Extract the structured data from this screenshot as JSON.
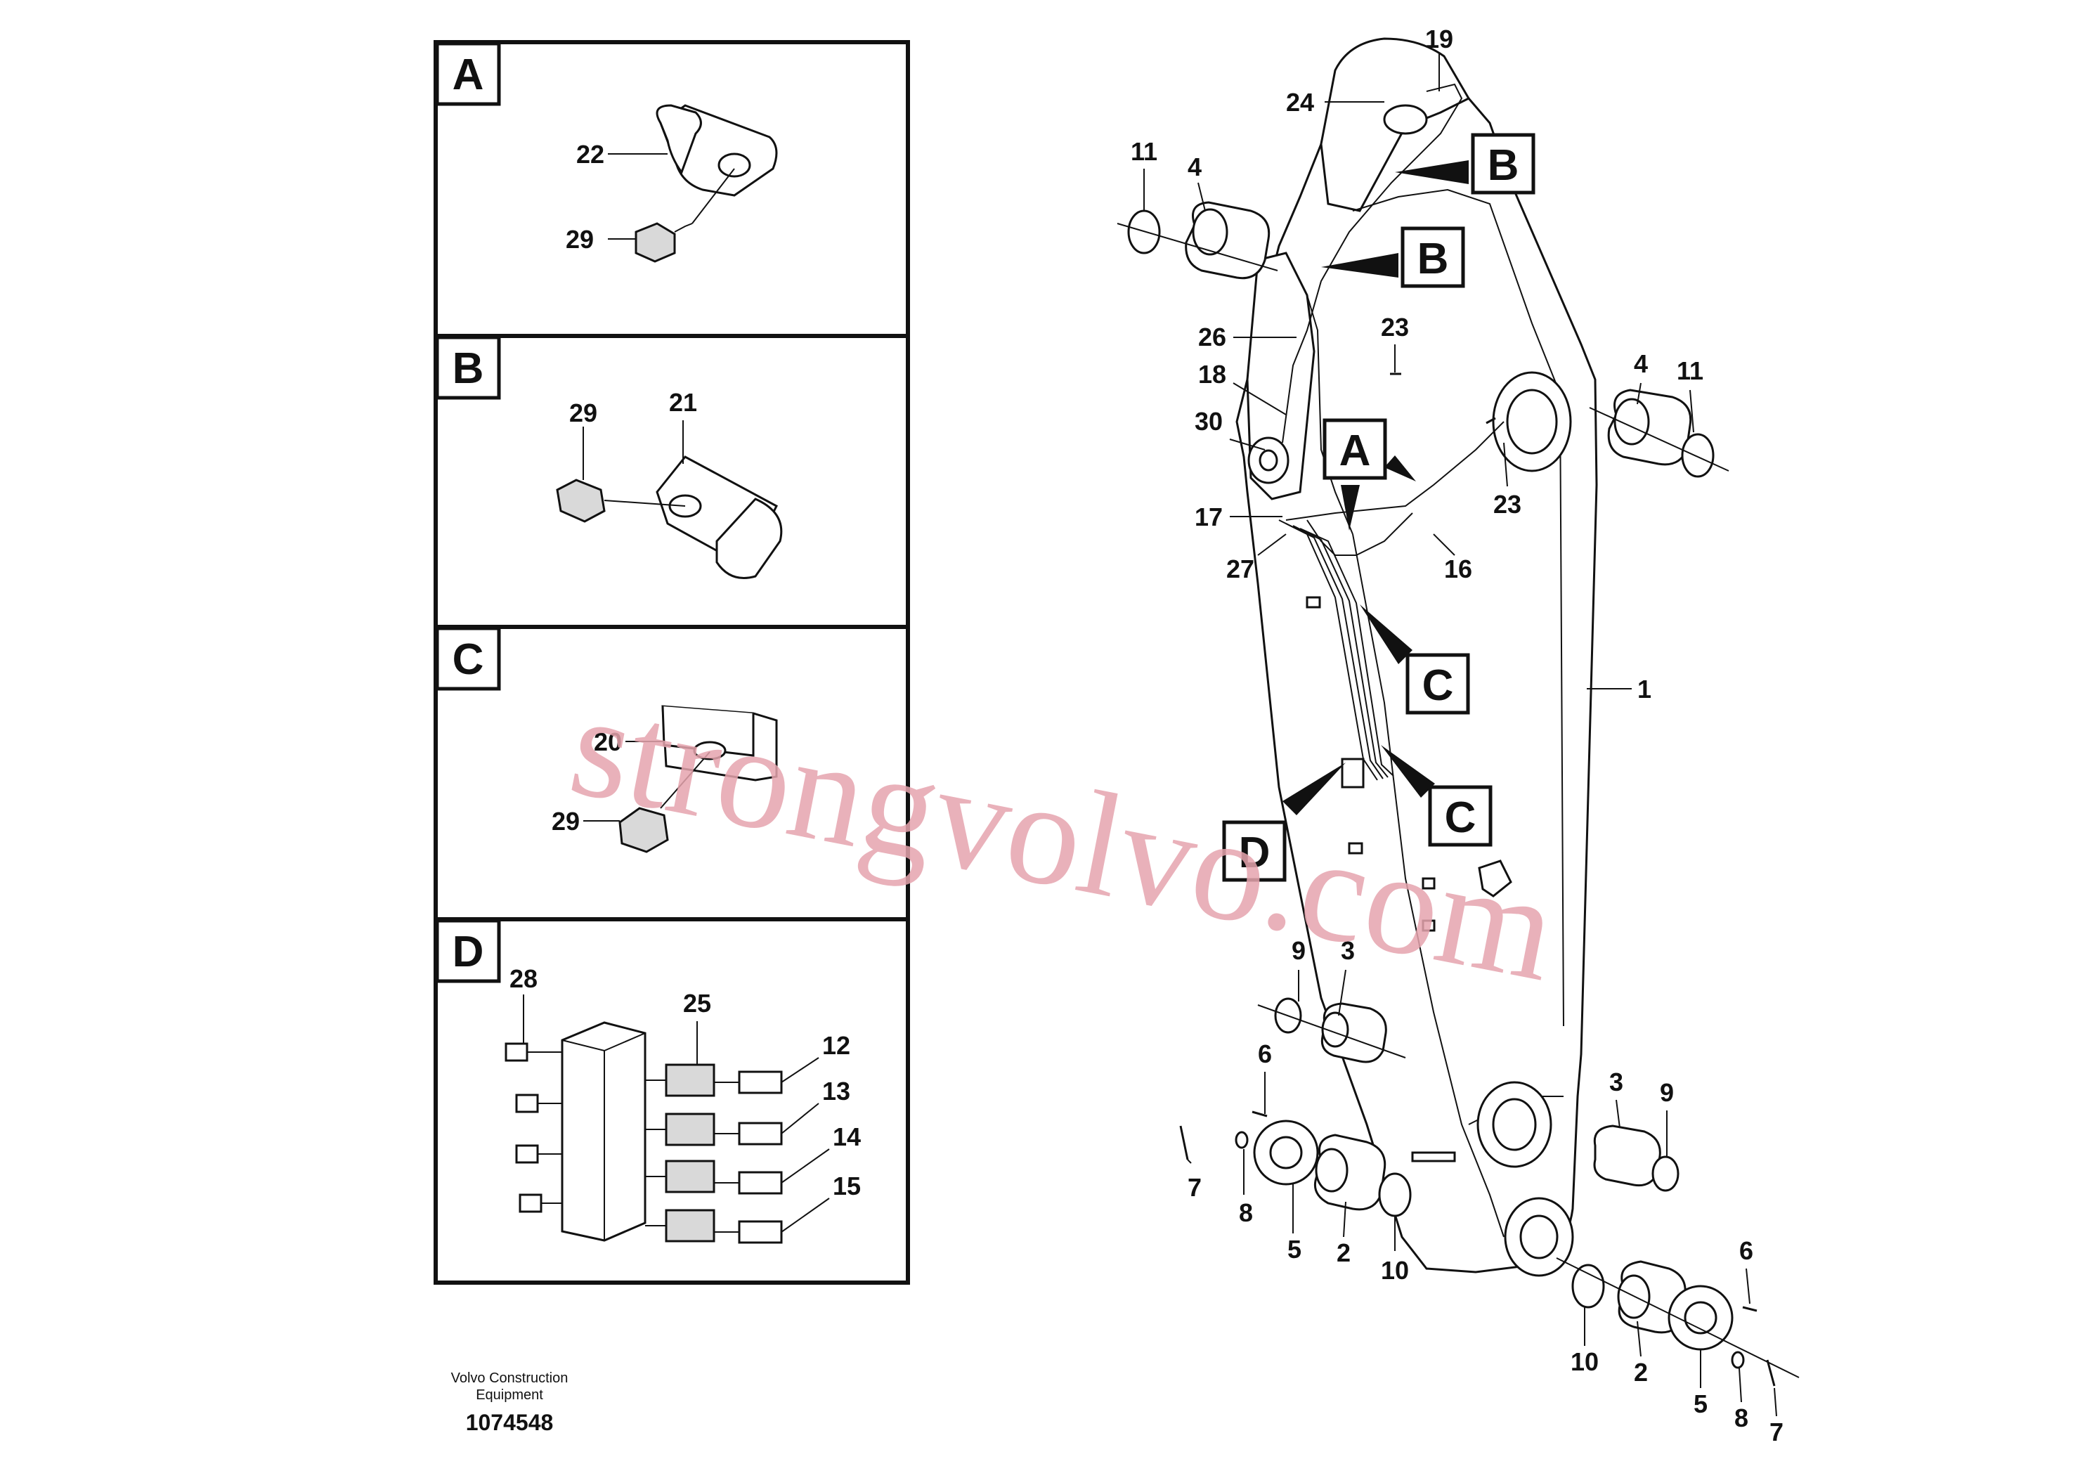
{
  "panels": [
    {
      "letter": "A",
      "labels": [
        "22",
        "29"
      ]
    },
    {
      "letter": "B",
      "labels": [
        "29",
        "21"
      ]
    },
    {
      "letter": "C",
      "labels": [
        "20",
        "29"
      ]
    },
    {
      "letter": "D",
      "labels": [
        "28",
        "25",
        "12",
        "13",
        "14",
        "15"
      ]
    }
  ],
  "boom_callouts": [
    "B",
    "B",
    "A",
    "C",
    "C",
    "D"
  ],
  "part_labels": {
    "l19": "19",
    "l24": "24",
    "l11a": "11",
    "l4a": "4",
    "l26": "26",
    "l23a": "23",
    "l18": "18",
    "l30": "30",
    "l17": "17",
    "l27": "27",
    "l16": "16",
    "l4b": "4",
    "l11b": "11",
    "l23b": "23",
    "l1": "1",
    "l9a": "9",
    "l3a": "3",
    "l6a": "6",
    "l7a": "7",
    "l8a": "8",
    "l5a": "5",
    "l2a": "2",
    "l10a": "10",
    "l3b": "3",
    "l9b": "9",
    "l6b": "6",
    "l10b": "10",
    "l2b": "2",
    "l5b": "5",
    "l8b": "8",
    "l7b": "7"
  },
  "footer": {
    "company_line1": "Volvo Construction",
    "company_line2": "Equipment",
    "drawing_number": "1074548"
  },
  "watermark": "strongvolvo.com"
}
